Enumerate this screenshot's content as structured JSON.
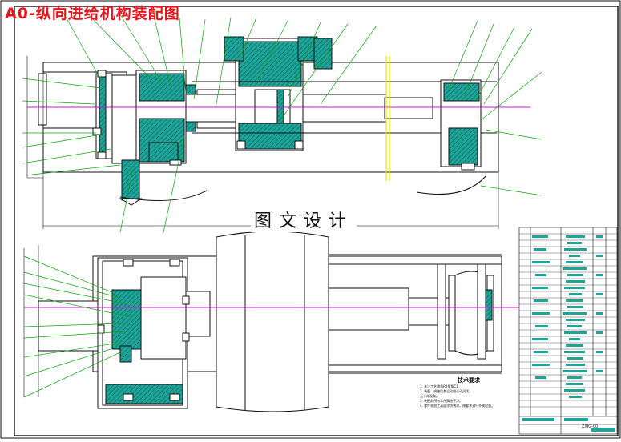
{
  "drawing": {
    "title": "A0-纵向进给机构装配图",
    "watermark": "图文设计"
  },
  "technical_notes": {
    "heading": "技术要求",
    "lines": [
      "1. 未注工艺圆角R2倒角C1",
      "2. 装配、调整后各运动副运动灵活，",
      "   无卡滞现象。",
      "3. 装配前所有零件清洗干净。",
      "4. 零件非加工表面涂防锈漆，按要求进行外观检查。"
    ]
  },
  "title_block": {
    "drawing_no": "ZXJG-00"
  },
  "colors": {
    "part_fill": "#1ea59a",
    "frame": "#111111",
    "centerline": "#d411d4",
    "leader": "#12a012",
    "cut_line": "#e8e400",
    "title_text": "#e8141b",
    "hatch": "#0b4f4a"
  }
}
